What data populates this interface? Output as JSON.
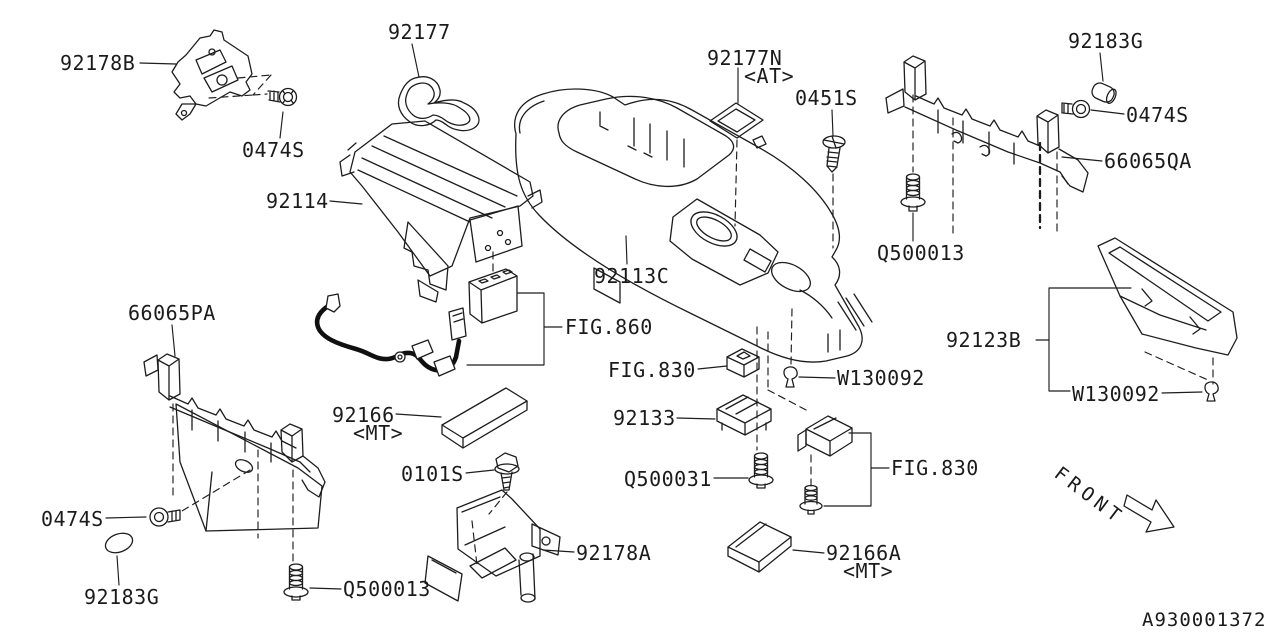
{
  "diagram": {
    "front_indicator": "FRONT",
    "doc_number": "A930001372"
  },
  "callouts": {
    "c92178b": {
      "code": "92178B"
    },
    "c0474s_tl": {
      "code": "0474S"
    },
    "c92177": {
      "code": "92177"
    },
    "c92114": {
      "code": "92114"
    },
    "c92177n": {
      "code": "92177N",
      "qualifier": "<AT>"
    },
    "c0451s": {
      "code": "0451S"
    },
    "c92183g_tr": {
      "code": "92183G"
    },
    "c0474s_r": {
      "code": "0474S"
    },
    "c66065qa": {
      "code": "66065QA"
    },
    "cq500013_r": {
      "code": "Q500013"
    },
    "c92113c": {
      "code": "92113C"
    },
    "c66065pa": {
      "code": "66065PA"
    },
    "cfig860": {
      "code": "FIG.860"
    },
    "cfig830_u": {
      "code": "FIG.830"
    },
    "c92166": {
      "code": "92166",
      "qualifier": "<MT>"
    },
    "c92133": {
      "code": "92133"
    },
    "cw130092_c": {
      "code": "W130092"
    },
    "c92123b": {
      "code": "92123B"
    },
    "cw130092_r": {
      "code": "W130092"
    },
    "c0101s": {
      "code": "0101S"
    },
    "cq500031": {
      "code": "Q500031"
    },
    "cfig830_l": {
      "code": "FIG.830"
    },
    "c0474s_bl": {
      "code": "0474S"
    },
    "c92183g_bl": {
      "code": "92183G"
    },
    "cq500013_b": {
      "code": "Q500013"
    },
    "c92178a": {
      "code": "92178A"
    },
    "c92166a": {
      "code": "92166A",
      "qualifier": "<MT>"
    }
  }
}
